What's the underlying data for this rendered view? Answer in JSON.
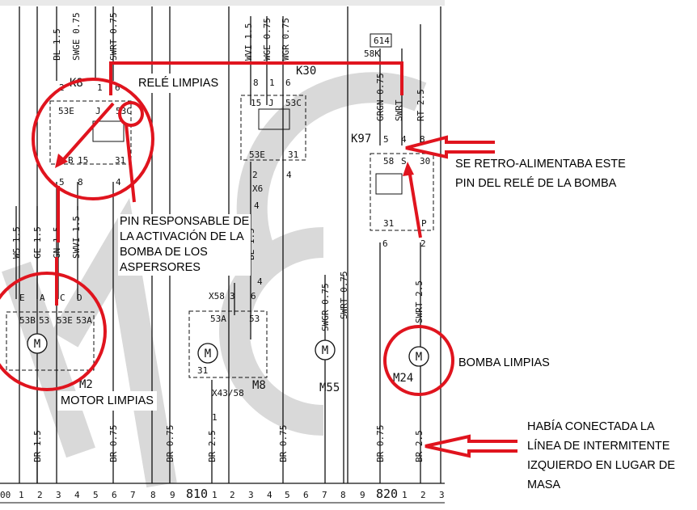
{
  "annotations": {
    "rele_limpias": "RELÉ LIMPIAS",
    "pin_responsable": [
      "PIN RESPONSABLE DE",
      "LA ACTIVACIÓN DE LA",
      "BOMBA DE LOS",
      "ASPERSORES"
    ],
    "motor_limpias": "MOTOR LIMPIAS",
    "retro": [
      "SE RETRO-ALIMENTABA ESTE",
      "PIN DEL RELÉ DE LA BOMBA"
    ],
    "bomba_limpias": "BOMBA LIMPIAS",
    "habia": [
      "HABÍA CONECTADA LA",
      "LÍNEA DE INTERMITENTE",
      "IZQUIERDO EN LUGAR DE",
      "MASA"
    ]
  },
  "wires": {
    "top": [
      "BL 1.5",
      "SWGE 0.75",
      "SWRT 0.75",
      "WVI 1.5",
      "WGE 0.75",
      "WGR 0.75",
      "GRGN 0.75",
      "SWRT",
      "RT 2.5"
    ],
    "mid": [
      "WS 1.5",
      "GE 1.5",
      "GN 1.5",
      "SWVI 1.5",
      "BL 1.5",
      "SWGR 0.75",
      "SWRT 0.75",
      "SWRT 2.5"
    ],
    "bottom": [
      "BR 1.5",
      "BR 0.75",
      "BR 0.75",
      "BR 2.5",
      "BR 0.75",
      "BR 0.75",
      "BR 2.5"
    ]
  },
  "components": {
    "k8": "K8",
    "k30": "K30",
    "k97": "K97",
    "m2": "M2",
    "m8": "M8",
    "m55": "M55",
    "m24": "M24",
    "f614": "614",
    "t58k": "58K",
    "x6": "X6",
    "x58": "X58",
    "x43": "X43/58"
  },
  "pins": {
    "k8_top": [
      "2",
      "1",
      "6"
    ],
    "k8_in": [
      "53E",
      "J",
      "53C",
      "B",
      "15",
      "31"
    ],
    "k8_bot": [
      "5",
      "8",
      "4"
    ],
    "k30_top": [
      "8",
      "1",
      "6"
    ],
    "k30_in": [
      "15",
      "J",
      "53C",
      "53E",
      "31"
    ],
    "k30_bot": [
      "2",
      "4"
    ],
    "k97_top": [
      "5",
      "4",
      "8"
    ],
    "k97_in": [
      "58",
      "S",
      "30",
      "31",
      "P"
    ],
    "k97_bot": [
      "6",
      "2"
    ],
    "m2_top": [
      "E",
      "A",
      "C",
      "D"
    ],
    "m2_in": [
      "53B",
      "53",
      "53E",
      "53A"
    ],
    "m8": [
      "3",
      "6",
      "53A",
      "53",
      "31",
      "4",
      "4",
      "1"
    ]
  },
  "ruler": [
    "00",
    "1",
    "2",
    "3",
    "4",
    "5",
    "6",
    "7",
    "8",
    "9",
    "810",
    "1",
    "2",
    "3",
    "4",
    "5",
    "6",
    "7",
    "8",
    "9",
    "820",
    "1",
    "2",
    "3"
  ]
}
